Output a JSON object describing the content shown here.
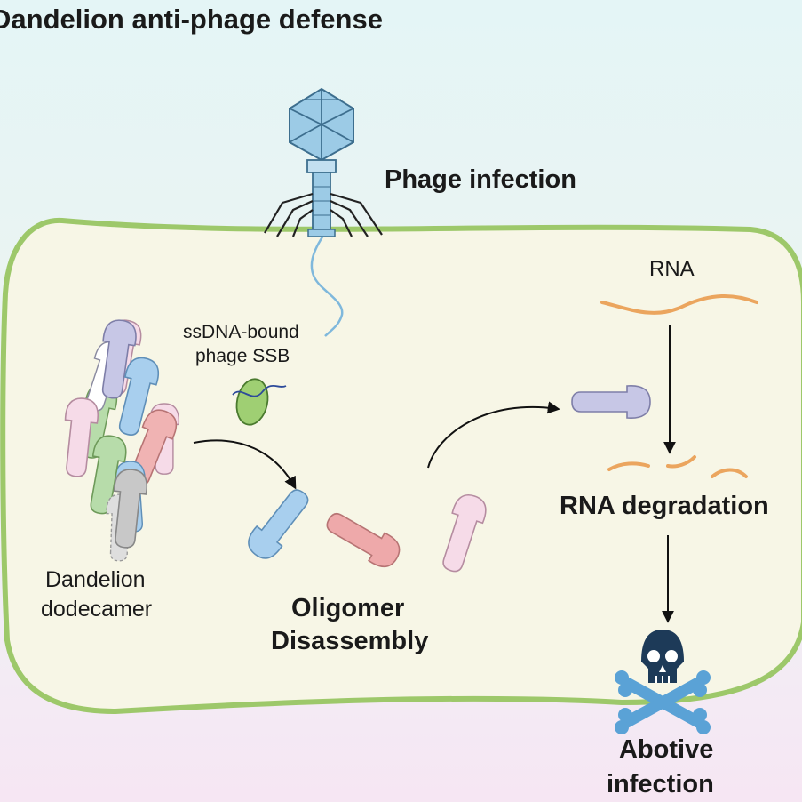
{
  "title": "Dandelion anti-phage defense",
  "labels": {
    "phage_infection": "Phage infection",
    "rna": "RNA",
    "ssdna_line1": "ssDNA-bound",
    "ssdna_line2": "phage SSB",
    "dodecamer_line1": "Dandelion",
    "dodecamer_line2": "dodecamer",
    "oligomer_line1": "Oligomer",
    "oligomer_line2": "Disassembly",
    "rna_degradation": "RNA degradation",
    "abortive_line1": "Abotive",
    "abortive_line2": "infection"
  },
  "colors": {
    "membrane": "#9dc86a",
    "cell_fill": "#f7f6e6",
    "phage_head": "#9ccbe6",
    "phage_edge": "#3d6e8e",
    "ssdna": "#7fb8dc",
    "rna": "#eba55e",
    "arrow": "#111111",
    "skull": "#1d3a58",
    "crossbones": "#5aa2d6",
    "monomer_blue": "#a8cfee",
    "monomer_red": "#eea9aa",
    "monomer_pink": "#f6dbe8",
    "monomer_purple": "#c7c7e6",
    "monomer_green": "#b7dcaa",
    "monomer_grey": "#c8c8c8",
    "ssb_green": "#9fcf73"
  },
  "icons": [
    "phage-icon",
    "ssb-protein-icon",
    "skull-crossbones-icon"
  ]
}
